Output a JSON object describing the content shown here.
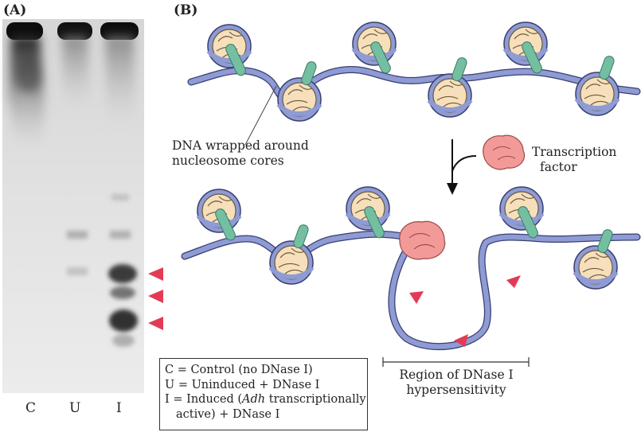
{
  "panel_a": {
    "label": "(A)",
    "lanes": [
      "C",
      "U",
      "I"
    ]
  },
  "panel_b": {
    "label": "(B)",
    "dna_label_line1": "DNA wrapped around",
    "dna_label_line2": "nucleosome cores",
    "tf_label_line1": "Transcription",
    "tf_label_line2": "factor",
    "region_label_line1": "Region of DNase I",
    "region_label_line2": "hypersensitivity"
  },
  "legend": {
    "c_line": "C = Control (no DNase I)",
    "u_line": "U = Uninduced + DNase I",
    "i_line_prefix": "I  = Induced (",
    "i_line_gene": "Adh",
    "i_line_suffix": " transcriptionally",
    "i_line_cont": "active) + DNase I"
  },
  "colors": {
    "dna": "#8e9bd4",
    "dna_outline": "#3a3f6e",
    "nucleosome": "#f6dfba",
    "linker_protein": "#74bfa2",
    "transcription_factor": "#f29a98",
    "arrowhead": "#e33b55"
  }
}
